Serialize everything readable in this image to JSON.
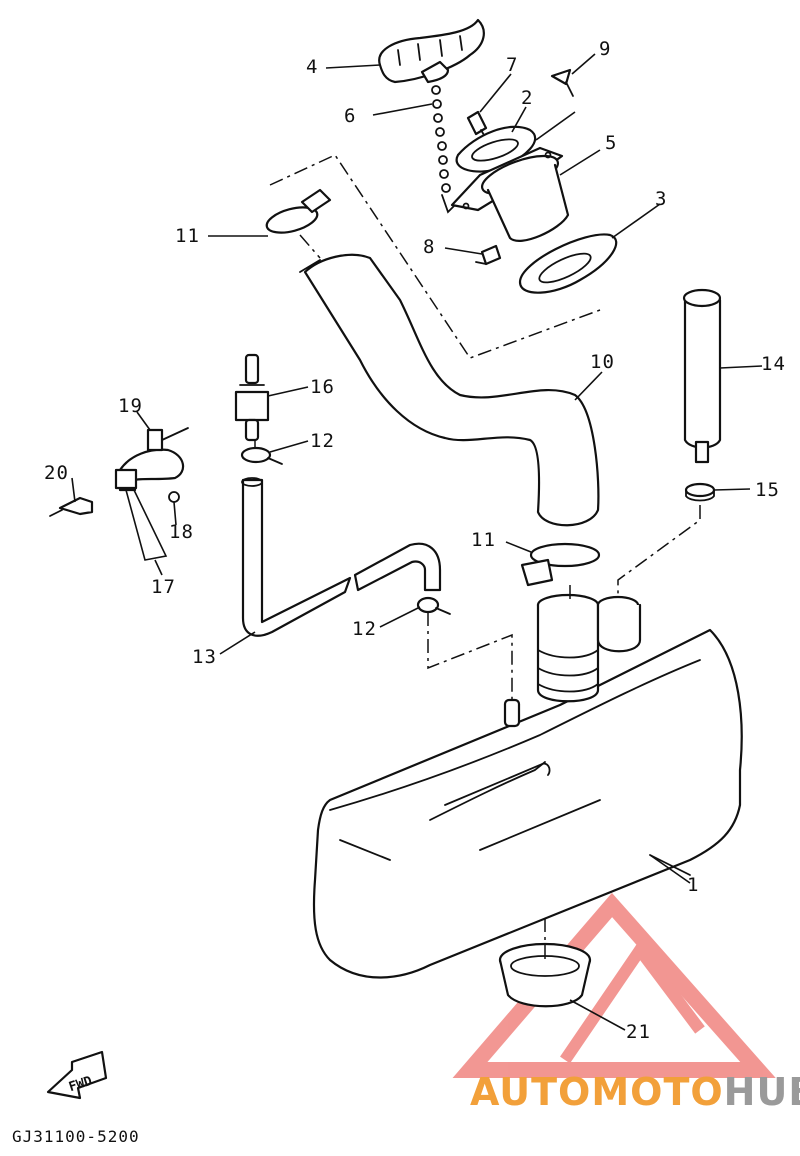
{
  "callouts": [
    {
      "id": "c4",
      "text": "4"
    },
    {
      "id": "c7",
      "text": "7"
    },
    {
      "id": "c9",
      "text": "9"
    },
    {
      "id": "c2",
      "text": "2"
    },
    {
      "id": "c6",
      "text": "6"
    },
    {
      "id": "c5",
      "text": "5"
    },
    {
      "id": "c3",
      "text": "3"
    },
    {
      "id": "c11a",
      "text": "11"
    },
    {
      "id": "c8",
      "text": "8"
    },
    {
      "id": "c10",
      "text": "10"
    },
    {
      "id": "c14",
      "text": "14"
    },
    {
      "id": "c16",
      "text": "16"
    },
    {
      "id": "c19",
      "text": "19"
    },
    {
      "id": "c12a",
      "text": "12"
    },
    {
      "id": "c20",
      "text": "20"
    },
    {
      "id": "c15",
      "text": "15"
    },
    {
      "id": "c18",
      "text": "18"
    },
    {
      "id": "c11b",
      "text": "11"
    },
    {
      "id": "c17",
      "text": "17"
    },
    {
      "id": "c12b",
      "text": "12"
    },
    {
      "id": "c13",
      "text": "13"
    },
    {
      "id": "c1",
      "text": "1"
    },
    {
      "id": "c21",
      "text": "21"
    }
  ],
  "fwd_arrow_text": "FWD",
  "diagram_code": "GJ31100-5200",
  "watermark": {
    "part1": "AUTOMOTO",
    "part2": "HUB",
    "color1": "#f2a03a",
    "color2": "#9a9a9a",
    "logo_color": "#e8423a"
  }
}
